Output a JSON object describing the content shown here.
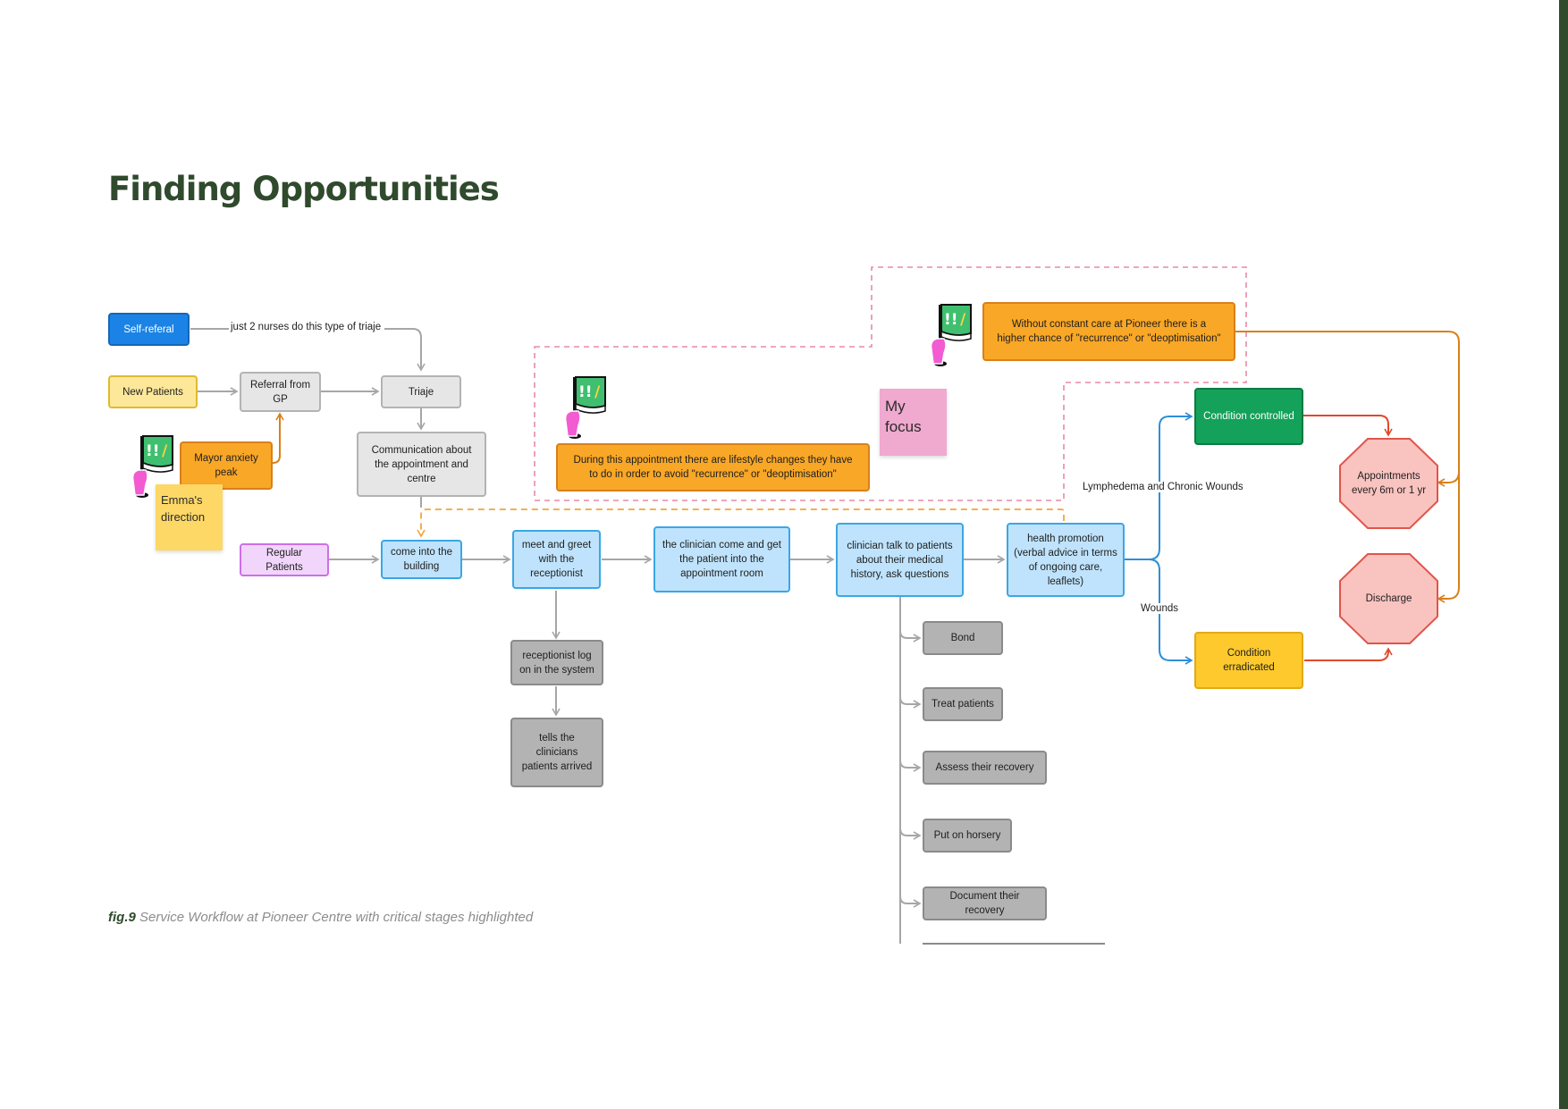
{
  "title": "Finding Opportunities",
  "caption": {
    "fig": "fig.9",
    "text": "Service Workflow at Pioneer Centre with critical stages highlighted"
  },
  "nodes": {
    "self_referral": "Self-referal",
    "new_patients": "New Patients",
    "referral_gp": "Referral from GP",
    "triaje": "Triaje",
    "mayor_anxiety": "Mayor anxiety peak",
    "communication": "Communication about the appointment and centre",
    "regular_patients": "Regular Patients",
    "come_into": "come into the building",
    "meet_greet": "meet and greet with the receptionist",
    "clinician_come": "the clinician come and get the patient into the appointment room",
    "clinician_talk": "clinician talk to patients about their medical history, ask questions",
    "health_promotion": "health promotion (verbal advice in terms of ongoing care, leaflets)",
    "receptionist_log": "receptionist log on in the system",
    "tells_clinicians": "tells the clinicians patients arrived",
    "bond": "Bond",
    "treat": "Treat patients",
    "assess": "Assess their recovery",
    "horsery": "Put on horsery",
    "document": "Document their recovery",
    "lifestyle": "During this appointment there are lifestyle changes they have to do in order to avoid \"recurrence\" or \"deoptimisation\"",
    "without_care": "Without constant care at Pioneer there is a higher chance of \"recurrence\" or \"deoptimisation\"",
    "condition_controlled": "Condition controlled",
    "condition_erradicated": "Condition erradicated",
    "appointments": "Appointments every 6m or 1 yr",
    "discharge": "Discharge"
  },
  "labels": {
    "triaje_note": "just 2 nurses do this type of triaje",
    "lymphedema": "Lymphedema and Chronic Wounds",
    "wounds": "Wounds"
  },
  "stickies": {
    "my_focus": "My focus",
    "emma": "Emma's direction"
  },
  "icons": [
    "flag-alert-icon"
  ],
  "colors": {
    "title": "#2f4a2c",
    "highlight_dash": "#e88aa3",
    "orange_dash": "#f0a53a",
    "blue_connector": "#2d8fd8",
    "red_connector": "#e0492a",
    "orange_connector": "#d9801a"
  }
}
